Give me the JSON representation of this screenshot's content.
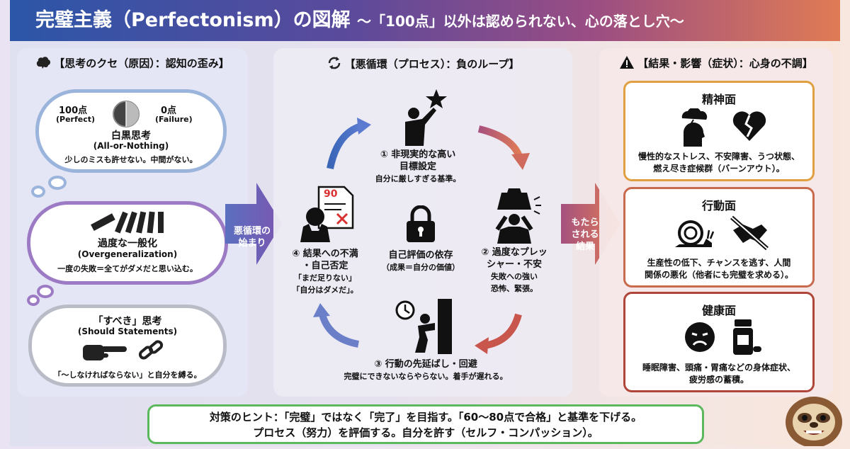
{
  "title": {
    "main": "完璧主義（Perfectonism）の図解",
    "sub": "～「100点」以外は認められない、心の落とし穴～"
  },
  "left_panel": {
    "header": "【思考のクセ（原因）：認知の歪み】",
    "clouds": [
      {
        "score_left": "100点",
        "score_left_en": "(Perfect)",
        "score_right": "0点",
        "score_right_en": "(Failure)",
        "title": "白黒思考",
        "title_en": "(All-or-Nothing)",
        "desc": "少しのミスも許せない。中間がない。"
      },
      {
        "title": "過度な一般化",
        "title_en": "(Overgeneralization)",
        "desc": "一度の失敗＝全てがダメだと思い込む。"
      },
      {
        "title": "「すべき」思考",
        "title_en": "(Should Statements)",
        "desc": "「～しなければならない」と自分を縛る。"
      }
    ]
  },
  "arrow_left": "悪循環の\n始まり",
  "mid_panel": {
    "header": "【悪循環（プロセス）：負のループ】",
    "center": {
      "title": "自己評価の依存",
      "desc": "（成果＝自分の価値）"
    },
    "steps": [
      {
        "title": "① 非現実的な高い\n目標設定",
        "desc": "自分に厳しすぎる基準。"
      },
      {
        "title": "② 過度なプレッ\nシャー・不安",
        "desc": "失敗への強い\n恐怖、緊張。"
      },
      {
        "title": "③ 行動の先延ばし・回避",
        "desc": "完璧にできないならやらない。着手が遅れる。"
      },
      {
        "title": "④ 結果への不満\n・自己否定",
        "desc": "「まだ足りない」\n「自分はダメだ」。"
      }
    ],
    "paper_score": "90"
  },
  "arrow_right": "もたら\nされる\n結果",
  "right_panel": {
    "header": "【結果・影響（症状）：心身の不調】",
    "boxes": [
      {
        "title": "精神面",
        "desc": "慢性的なストレス、不安障害、うつ状態、\n燃え尽き症候群（バーンアウト）。"
      },
      {
        "title": "行動面",
        "desc": "生産性の低下、チャンスを逃す、人間\n関係の悪化（他者にも完璧を求める）。"
      },
      {
        "title": "健康面",
        "desc": "睡眠障害、頭痛・胃痛などの身体症状、\n疲労感の蓄積。"
      }
    ]
  },
  "hint": {
    "line1": "対策のヒント：「完璧」ではなく「完了」を目指す。「60～80点で合格」と基準を下げる。",
    "line2": "プロセス（努力）を評価する。自分を許す（セルフ・コンパッション）。"
  },
  "colors": {
    "title_left": "#2c56a8",
    "title_right": "#e07b55",
    "hint_border": "#5cb85c"
  }
}
